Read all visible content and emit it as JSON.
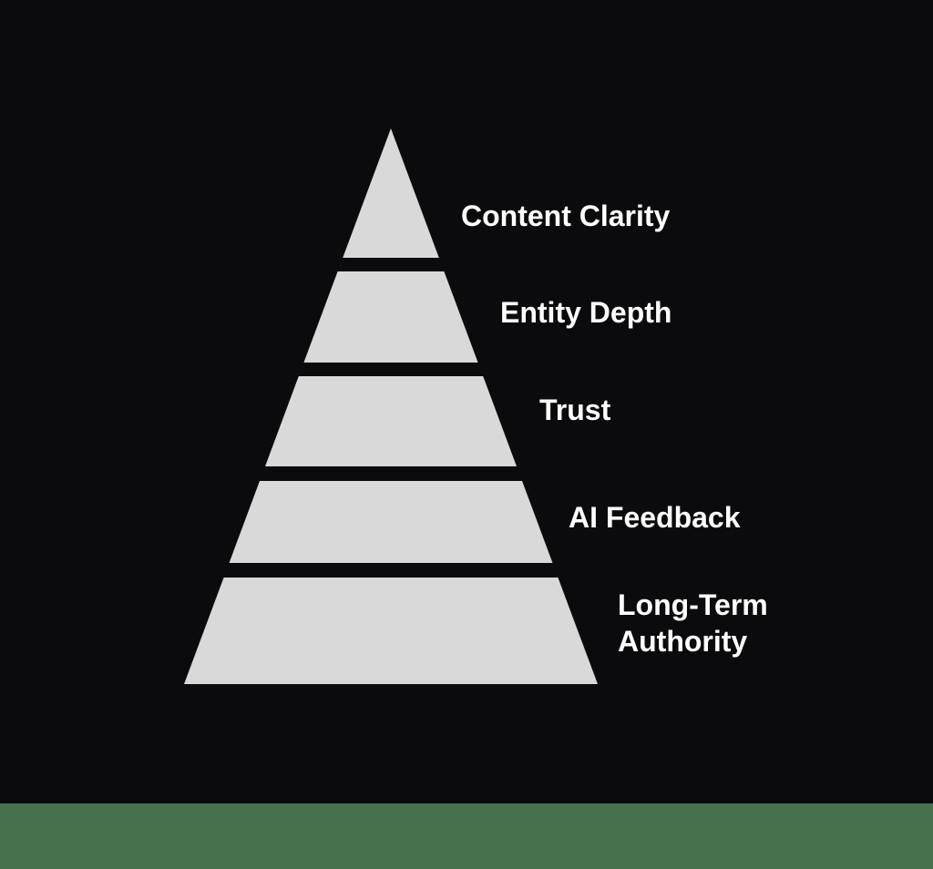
{
  "diagram": {
    "type": "pyramid",
    "title": "",
    "levels": [
      {
        "rank": 1,
        "label": "Content Clarity"
      },
      {
        "rank": 2,
        "label": "Entity Depth"
      },
      {
        "rank": 3,
        "label": "Trust"
      },
      {
        "rank": 4,
        "label": "AI Feedback"
      },
      {
        "rank": 5,
        "label": "Long-Term Authority"
      }
    ]
  },
  "colors": {
    "background": "#0b0b0d",
    "pyramid_fill": "#d9d9d9",
    "label_text": "#ffffff",
    "footer_bar": "#47704d"
  }
}
